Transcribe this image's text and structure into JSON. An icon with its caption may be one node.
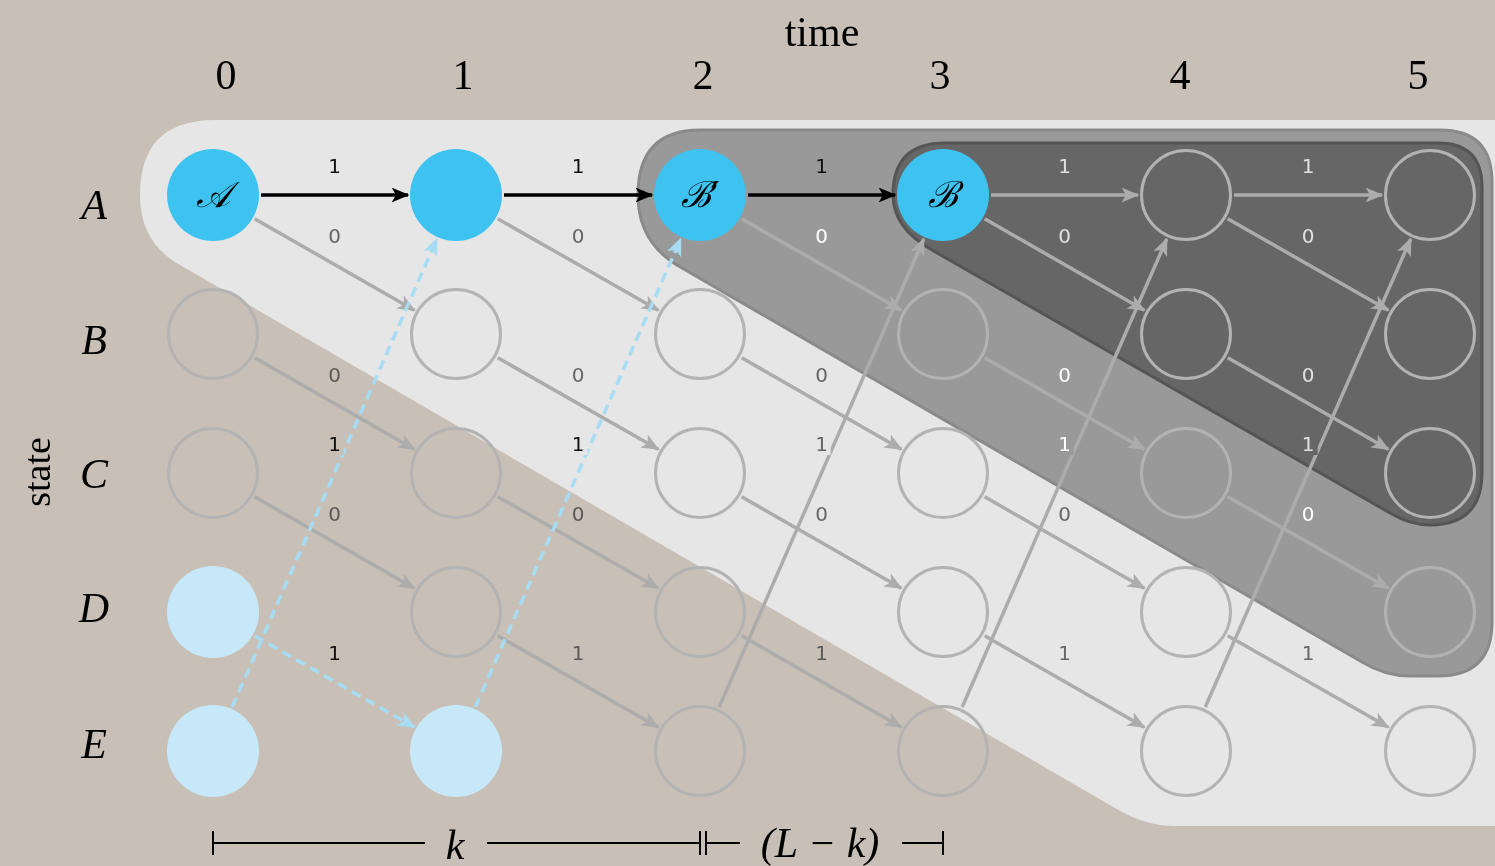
{
  "diagram": {
    "nodes": [
      {
        "text": [
          "𝒜"
        ]
      },
      {
        "text": [],
        "shape": "circle"
      },
      {
        "text": [
          "ℬ′"
        ]
      },
      {
        "text": [
          "ℬ"
        ]
      },
      {
        "text": [],
        "shape": "circle"
      },
      {
        "text": [],
        "shape": "circle"
      },
      {
        "text": [],
        "shape": "circle"
      },
      {
        "text": [],
        "shape": "circle"
      },
      {
        "text": [],
        "shape": "circle"
      },
      {
        "text": [],
        "shape": "circle"
      },
      {
        "text": [],
        "shape": "circle"
      },
      {
        "text": [],
        "shape": "circle"
      },
      {
        "text": [],
        "shape": "circle"
      },
      {
        "text": [],
        "shape": "circle"
      },
      {
        "text": [],
        "shape": "circle"
      },
      {
        "text": [],
        "shape": "circle"
      },
      {
        "text": [],
        "shape": "circle"
      },
      {
        "text": [],
        "shape": "circle"
      },
      {
        "text": [],
        "shape": "circle"
      },
      {
        "text": [],
        "shape": "circle"
      },
      {
        "text": [],
        "shape": "circle"
      },
      {
        "text": [],
        "shape": "circle"
      },
      {
        "text": [],
        "shape": "circle"
      },
      {
        "text": [],
        "shape": "circle"
      },
      {
        "text": [],
        "shape": "circle"
      },
      {
        "text": [],
        "shape": "circle"
      },
      {
        "text": [],
        "shape": "circle"
      },
      {
        "text": [],
        "shape": "circle"
      },
      {
        "text": [],
        "shape": "circle"
      },
      {
        "text": [],
        "shape": "circle"
      }
    ],
    "edges": [
      {
        "from": 0,
        "to": 1,
        "arrow": "to",
        "label": "1",
        "color": "#000000"
      },
      {
        "from": 0,
        "to": 7,
        "arrow": "to",
        "label": "0"
      },
      {
        "from": 6,
        "to": 13,
        "arrow": "to",
        "label": "0"
      },
      {
        "from": 12,
        "to": 19,
        "arrow": "to",
        "label": "0"
      },
      {
        "from": 18,
        "to": 25,
        "arrow": "to",
        "label": "1",
        "style": "dashed",
        "color": "#a6dcf4"
      },
      {
        "from": 24,
        "to": 1,
        "arrow": "to",
        "label": "1",
        "style": "dashed",
        "color": "#a6dcf4"
      },
      {
        "from": 1,
        "to": 2,
        "arrow": "to",
        "label": "1",
        "color": "#000000"
      },
      {
        "from": 1,
        "to": 8,
        "arrow": "to",
        "label": "0"
      },
      {
        "from": 7,
        "to": 14,
        "arrow": "to",
        "label": "0"
      },
      {
        "from": 13,
        "to": 20,
        "arrow": "to",
        "label": "0"
      },
      {
        "from": 19,
        "to": 26,
        "arrow": "to",
        "label": "1"
      },
      {
        "from": 25,
        "to": 2,
        "arrow": "to",
        "label": "1",
        "style": "dashed",
        "color": "#a6dcf4"
      },
      {
        "from": 2,
        "to": 3,
        "arrow": "to",
        "label": "1",
        "color": "#000000"
      },
      {
        "from": 2,
        "to": 9,
        "arrow": "to",
        "label": "0"
      },
      {
        "from": 8,
        "to": 15,
        "arrow": "to",
        "label": "0"
      },
      {
        "from": 14,
        "to": 21,
        "arrow": "to",
        "label": "0"
      },
      {
        "from": 20,
        "to": 27,
        "arrow": "to",
        "label": "1"
      },
      {
        "from": 26,
        "to": 3,
        "arrow": "to",
        "label": "1"
      },
      {
        "from": 3,
        "to": 4,
        "arrow": "to",
        "label": "1"
      },
      {
        "from": 3,
        "to": 10,
        "arrow": "to",
        "label": "0"
      },
      {
        "from": 9,
        "to": 16,
        "arrow": "to",
        "label": "0"
      },
      {
        "from": 15,
        "to": 22,
        "arrow": "to",
        "label": "0"
      },
      {
        "from": 21,
        "to": 28,
        "arrow": "to",
        "label": "1"
      },
      {
        "from": 27,
        "to": 4,
        "arrow": "to",
        "label": "1"
      },
      {
        "from": 4,
        "to": 5,
        "arrow": "to",
        "label": "1"
      },
      {
        "from": 4,
        "to": 11,
        "arrow": "to",
        "label": "0"
      },
      {
        "from": 10,
        "to": 17,
        "arrow": "to",
        "label": "0"
      },
      {
        "from": 16,
        "to": 23,
        "arrow": "to",
        "label": "0"
      },
      {
        "from": 22,
        "to": 29,
        "arrow": "to",
        "label": "1"
      },
      {
        "from": 28,
        "to": 5,
        "arrow": "to",
        "label": "1"
      }
    ],
    "labels": [
      "time",
      "0",
      "1",
      "2",
      "3",
      "4",
      "5",
      "state",
      "A",
      "B",
      "C",
      "D",
      "E",
      "k",
      "(L − k)"
    ]
  }
}
